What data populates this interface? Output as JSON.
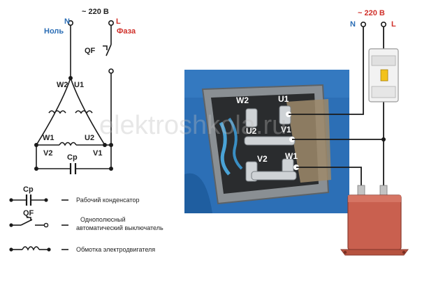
{
  "schematic": {
    "voltage": "~ 220 В",
    "n_letter": "N",
    "n_name": "Ноль",
    "l_letter": "L",
    "l_name": "Фаза",
    "breaker": "QF",
    "node_top_left": "W2",
    "node_top_right": "U1",
    "node_mid_left": "W1",
    "node_mid_right": "U2",
    "node_bot_left": "V2",
    "node_bot_right": "V1",
    "capacitor": "Cp"
  },
  "legend": {
    "items": [
      {
        "symbol": "Cp",
        "text": "Рабочий конденсатор"
      },
      {
        "symbol": "QF",
        "text": "Однополюсный автоматический выключатель"
      },
      {
        "symbol": "",
        "text": "Обмотка электродвигателя"
      }
    ]
  },
  "photo": {
    "terminals": [
      "W2",
      "U1",
      "U2",
      "V1",
      "V2",
      "W1"
    ]
  },
  "right_supply": {
    "voltage": "~ 220 В",
    "n_letter": "N",
    "l_letter": "L"
  },
  "watermark": "elektroshkola.ru",
  "colors": {
    "wire": "#1a1a1a",
    "neutral": "#2a6db5",
    "phase": "#d0302a",
    "motor_blue": "#2b6fb8",
    "capacitor": "#c9604f"
  }
}
